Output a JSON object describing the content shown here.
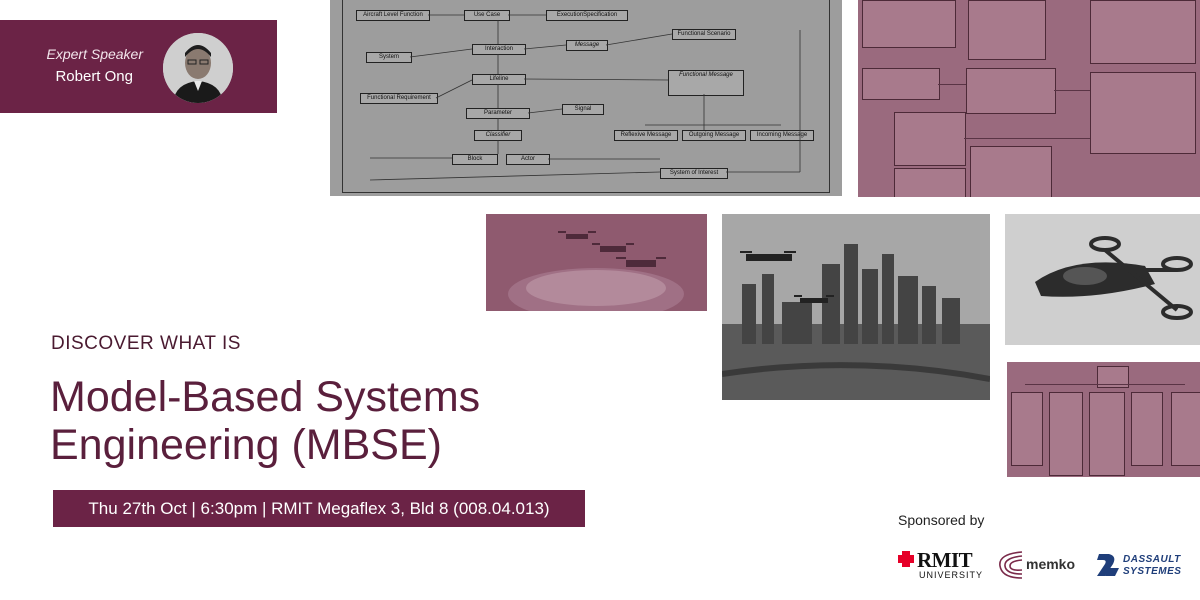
{
  "speaker": {
    "role": "Expert Speaker",
    "name": "Robert Ong"
  },
  "headline": {
    "kicker": "DISCOVER WHAT IS",
    "title_line1": "Model-Based Systems",
    "title_line2": "Engineering (MBSE)"
  },
  "event": {
    "details": "Thu 27th Oct | 6:30pm | RMIT Megaflex 3, Bld 8 (008.04.013)"
  },
  "sponsors": {
    "label": "Sponsored by",
    "rmit_word": "RMIT",
    "rmit_sub": "UNIVERSITY",
    "memko_word": "memko",
    "ds_line1": "DASSAULT",
    "ds_line2": "SYSTEMES"
  },
  "uml": {
    "boxes": [
      "Aircraft Level Function",
      "Use Case",
      "ExecutionSpecification",
      "Functional Scenario",
      "System",
      "Interaction",
      "Message",
      "Lifeline",
      "Functional Message",
      "Functional Requirement",
      "Parameter",
      "Signal",
      "Classifier",
      "Reflexive Message",
      "Outgoing Message",
      "Incoming Message",
      "Block",
      "Actor",
      "System of Interest"
    ]
  },
  "colors": {
    "brand": "#6b2346",
    "title": "#5a1f3c"
  }
}
